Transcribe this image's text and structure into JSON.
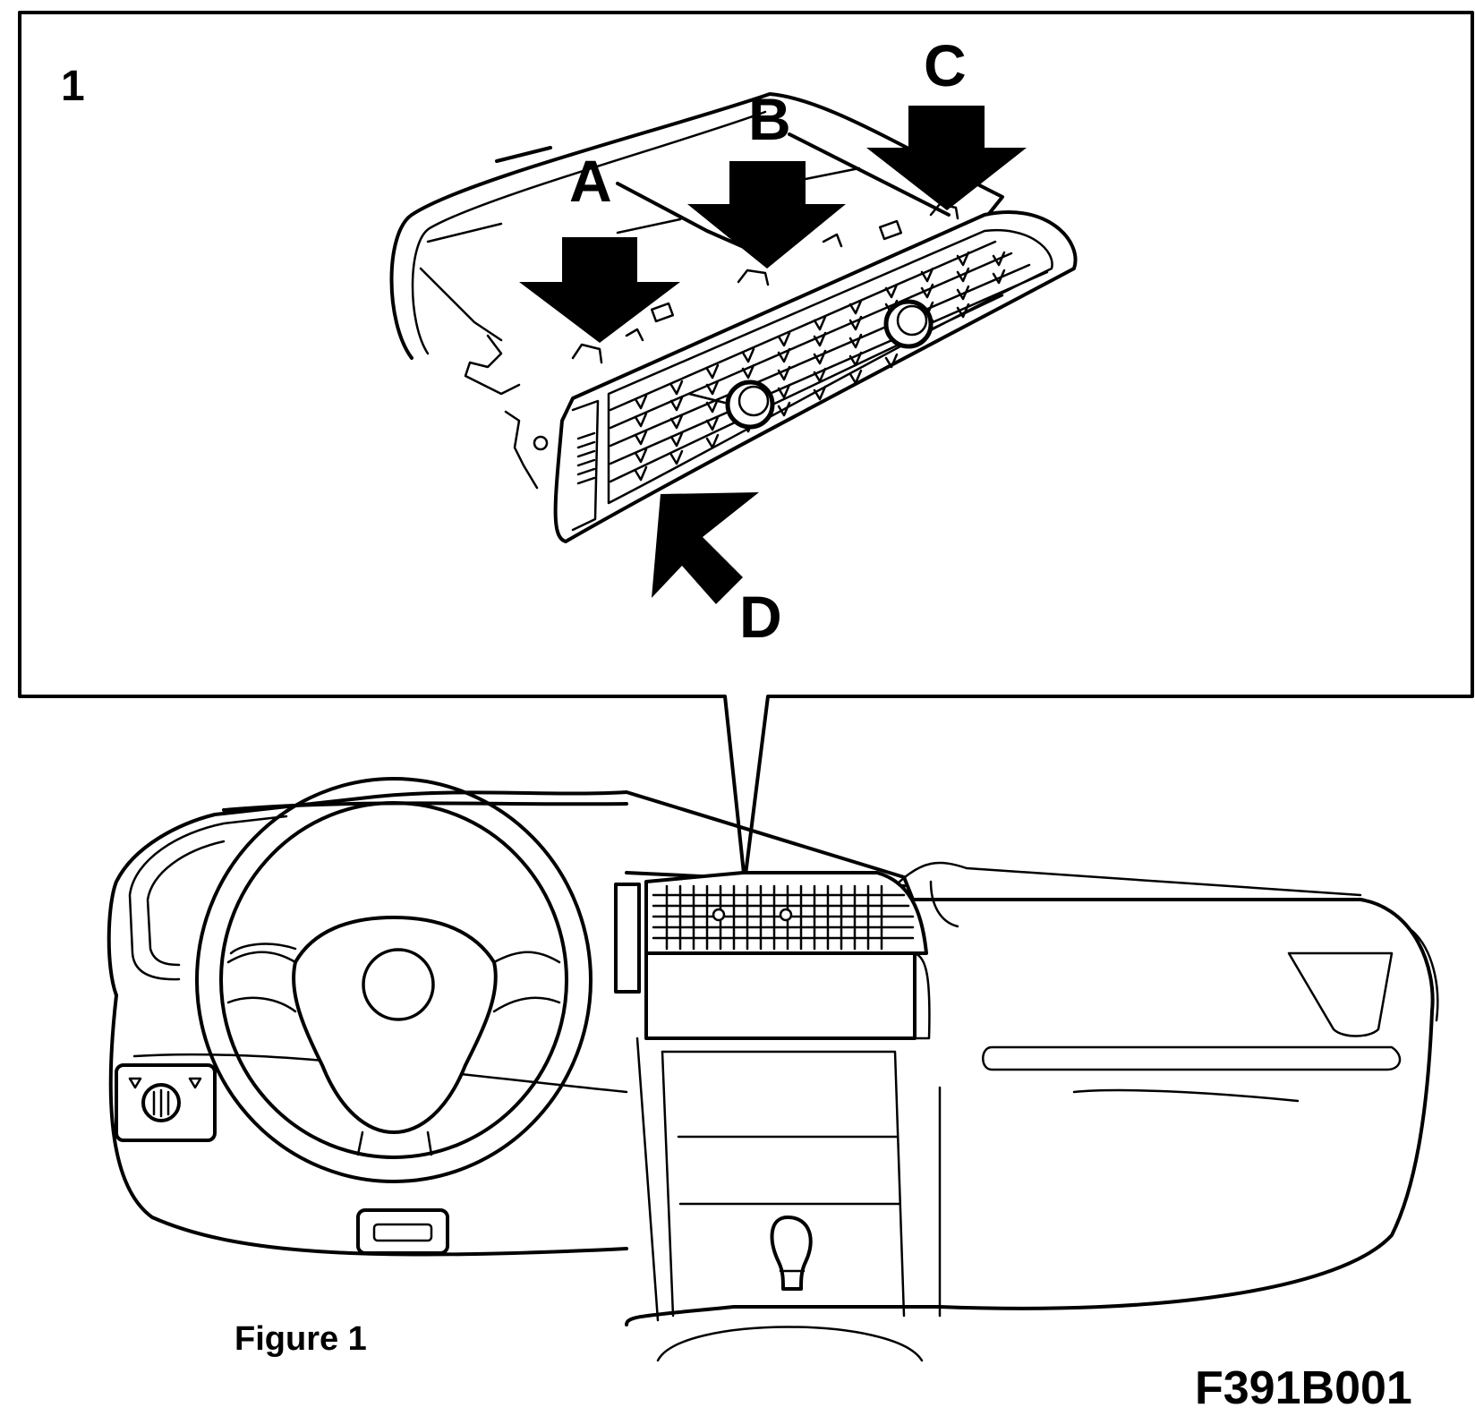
{
  "detail": {
    "number": "1",
    "callouts": {
      "a": "A",
      "b": "B",
      "c": "C",
      "d": "D"
    }
  },
  "caption": "Figure 1",
  "figure_code": "F391B001"
}
